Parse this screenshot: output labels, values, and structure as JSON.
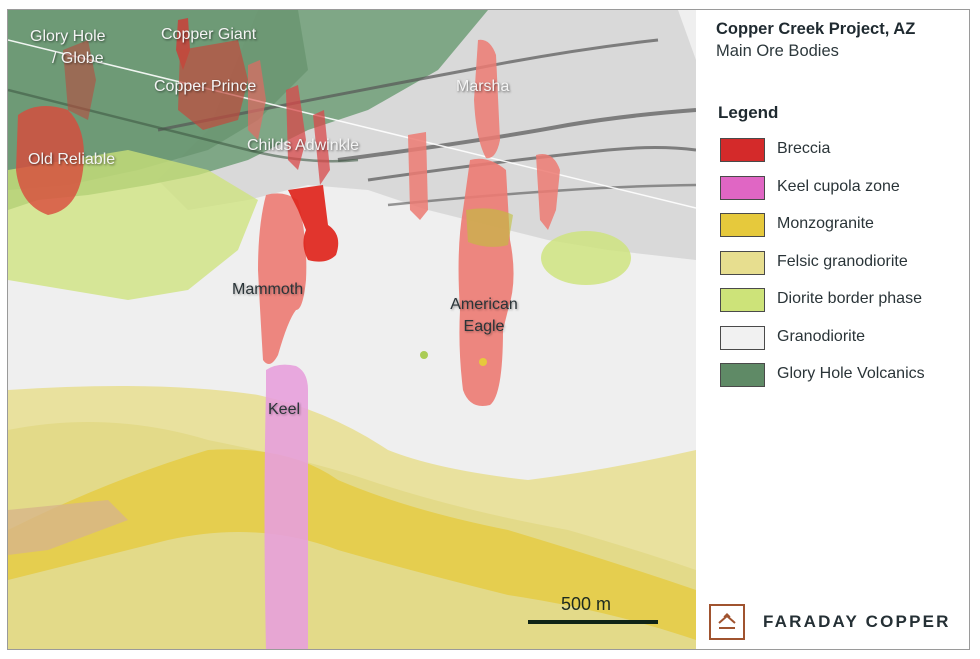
{
  "header": {
    "title": "Copper Creek Project, AZ",
    "subtitle": "Main Ore Bodies"
  },
  "legend": {
    "title": "Legend",
    "items": [
      {
        "label": "Breccia",
        "color": "#d42a2a"
      },
      {
        "label": "Keel cupola zone",
        "color": "#e066c4"
      },
      {
        "label": "Monzogranite",
        "color": "#e6c93c"
      },
      {
        "label": "Felsic granodiorite",
        "color": "#e7de8f"
      },
      {
        "label": "Diorite border phase",
        "color": "#cde379"
      },
      {
        "label": "Granodiorite",
        "color": "#f1f1f1"
      },
      {
        "label": "Glory Hole Volcanics",
        "color": "#5f8a66"
      }
    ]
  },
  "map": {
    "labels": {
      "glory_hole": "Glory Hole\n/ Globe",
      "glory_hole_line1": "Glory  Hole",
      "glory_hole_line2": "/ Globe",
      "copper_giant": "Copper Giant",
      "copper_prince": "Copper Prince",
      "old_reliable": "Old Reliable",
      "childs_adwinkle": "Childs Adwinkle",
      "marsha": "Marsha",
      "mammoth": "Mammoth",
      "american_eagle_line1": "American",
      "american_eagle_line2": "Eagle",
      "keel": "Keel"
    },
    "scale_bar": {
      "label": "500 m"
    }
  },
  "brand": {
    "name": "FARADAY COPPER",
    "icon": "faraday-roof-logo-icon",
    "color": "#a0532f"
  }
}
